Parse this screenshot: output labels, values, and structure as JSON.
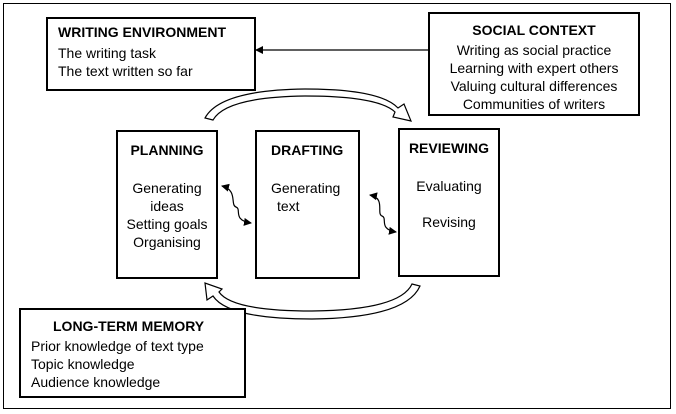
{
  "writing_environment": {
    "title": "WRITING ENVIRONMENT",
    "lines": [
      "The writing task",
      "The text written so far"
    ]
  },
  "social_context": {
    "title": "SOCIAL CONTEXT",
    "lines": [
      "Writing as social practice",
      "Learning with expert others",
      "Valuing cultural differences",
      "Communities of writers"
    ]
  },
  "planning": {
    "title": "PLANNING",
    "lines": [
      "Generating",
      "ideas",
      "Setting goals",
      "Organising"
    ]
  },
  "drafting": {
    "title": "DRAFTING",
    "lines": [
      "Generating",
      "text"
    ]
  },
  "reviewing": {
    "title": "REVIEWING",
    "lines": [
      "Evaluating",
      "Revising"
    ]
  },
  "long_term_memory": {
    "title": "LONG-TERM MEMORY",
    "lines": [
      "Prior knowledge of text type",
      "Topic knowledge",
      "Audience knowledge"
    ]
  }
}
